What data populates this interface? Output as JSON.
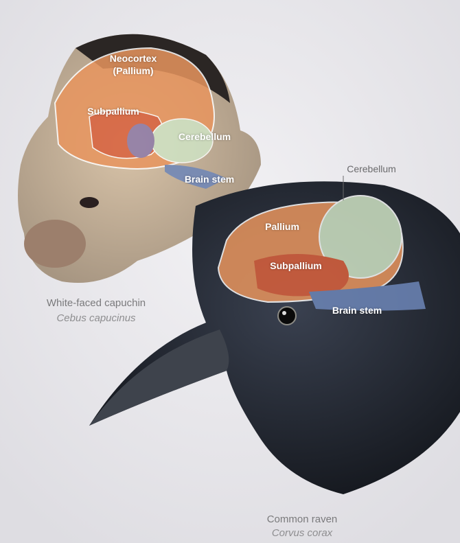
{
  "capuchin": {
    "common_name": "White-faced capuchin",
    "scientific_name": "Cebus capucinus",
    "labels": {
      "neocortex": "Neocortex",
      "pallium": "(Pallium)",
      "subpallium": "Subpallium",
      "cerebellum": "Cerebellum",
      "brain_stem": "Brain stem"
    }
  },
  "raven": {
    "common_name": "Common raven",
    "scientific_name": "Corvus corax",
    "labels": {
      "cerebellum": "Cerebellum",
      "pallium": "Pallium",
      "subpallium": "Subpallium",
      "brain_stem": "Brain stem"
    }
  },
  "colors": {
    "pallium": "#e8955e",
    "subpallium": "#d9603c",
    "cerebellum": "#cfe3c4",
    "brain_stem": "#6d86b8",
    "raven": "#1e232b",
    "capuchin_fur": "#c9b49c"
  }
}
